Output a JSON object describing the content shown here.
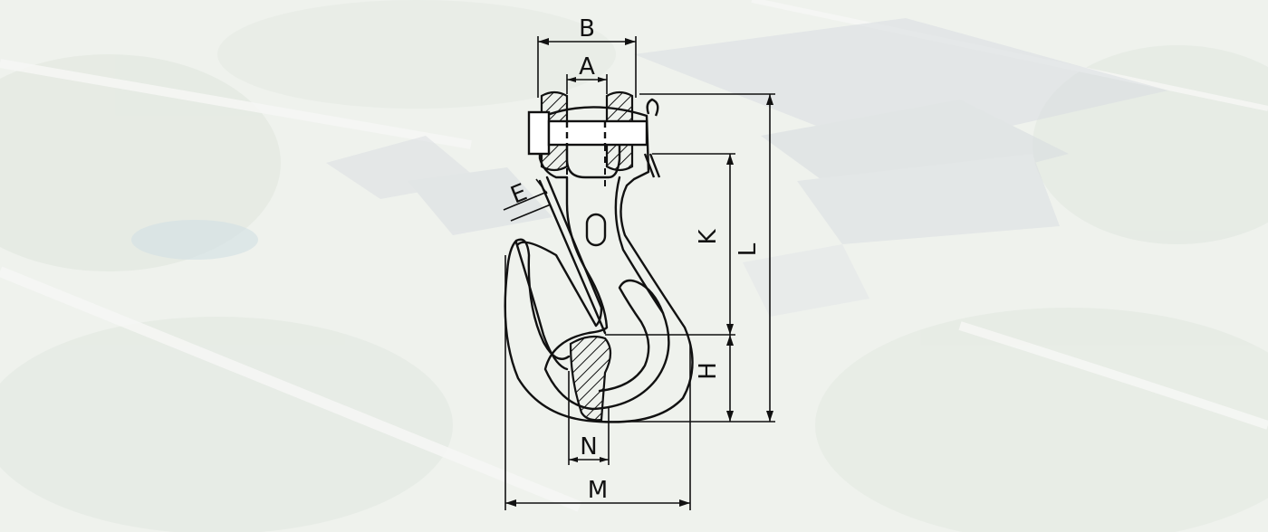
{
  "labels": {
    "A": "A",
    "B": "B",
    "E": "E",
    "K": "K",
    "L": "L",
    "H": "H",
    "N": "N",
    "M": "M"
  },
  "colors": {
    "ink": "#111111",
    "paper": "#ffffff",
    "background_tint": "#e9ece6"
  }
}
